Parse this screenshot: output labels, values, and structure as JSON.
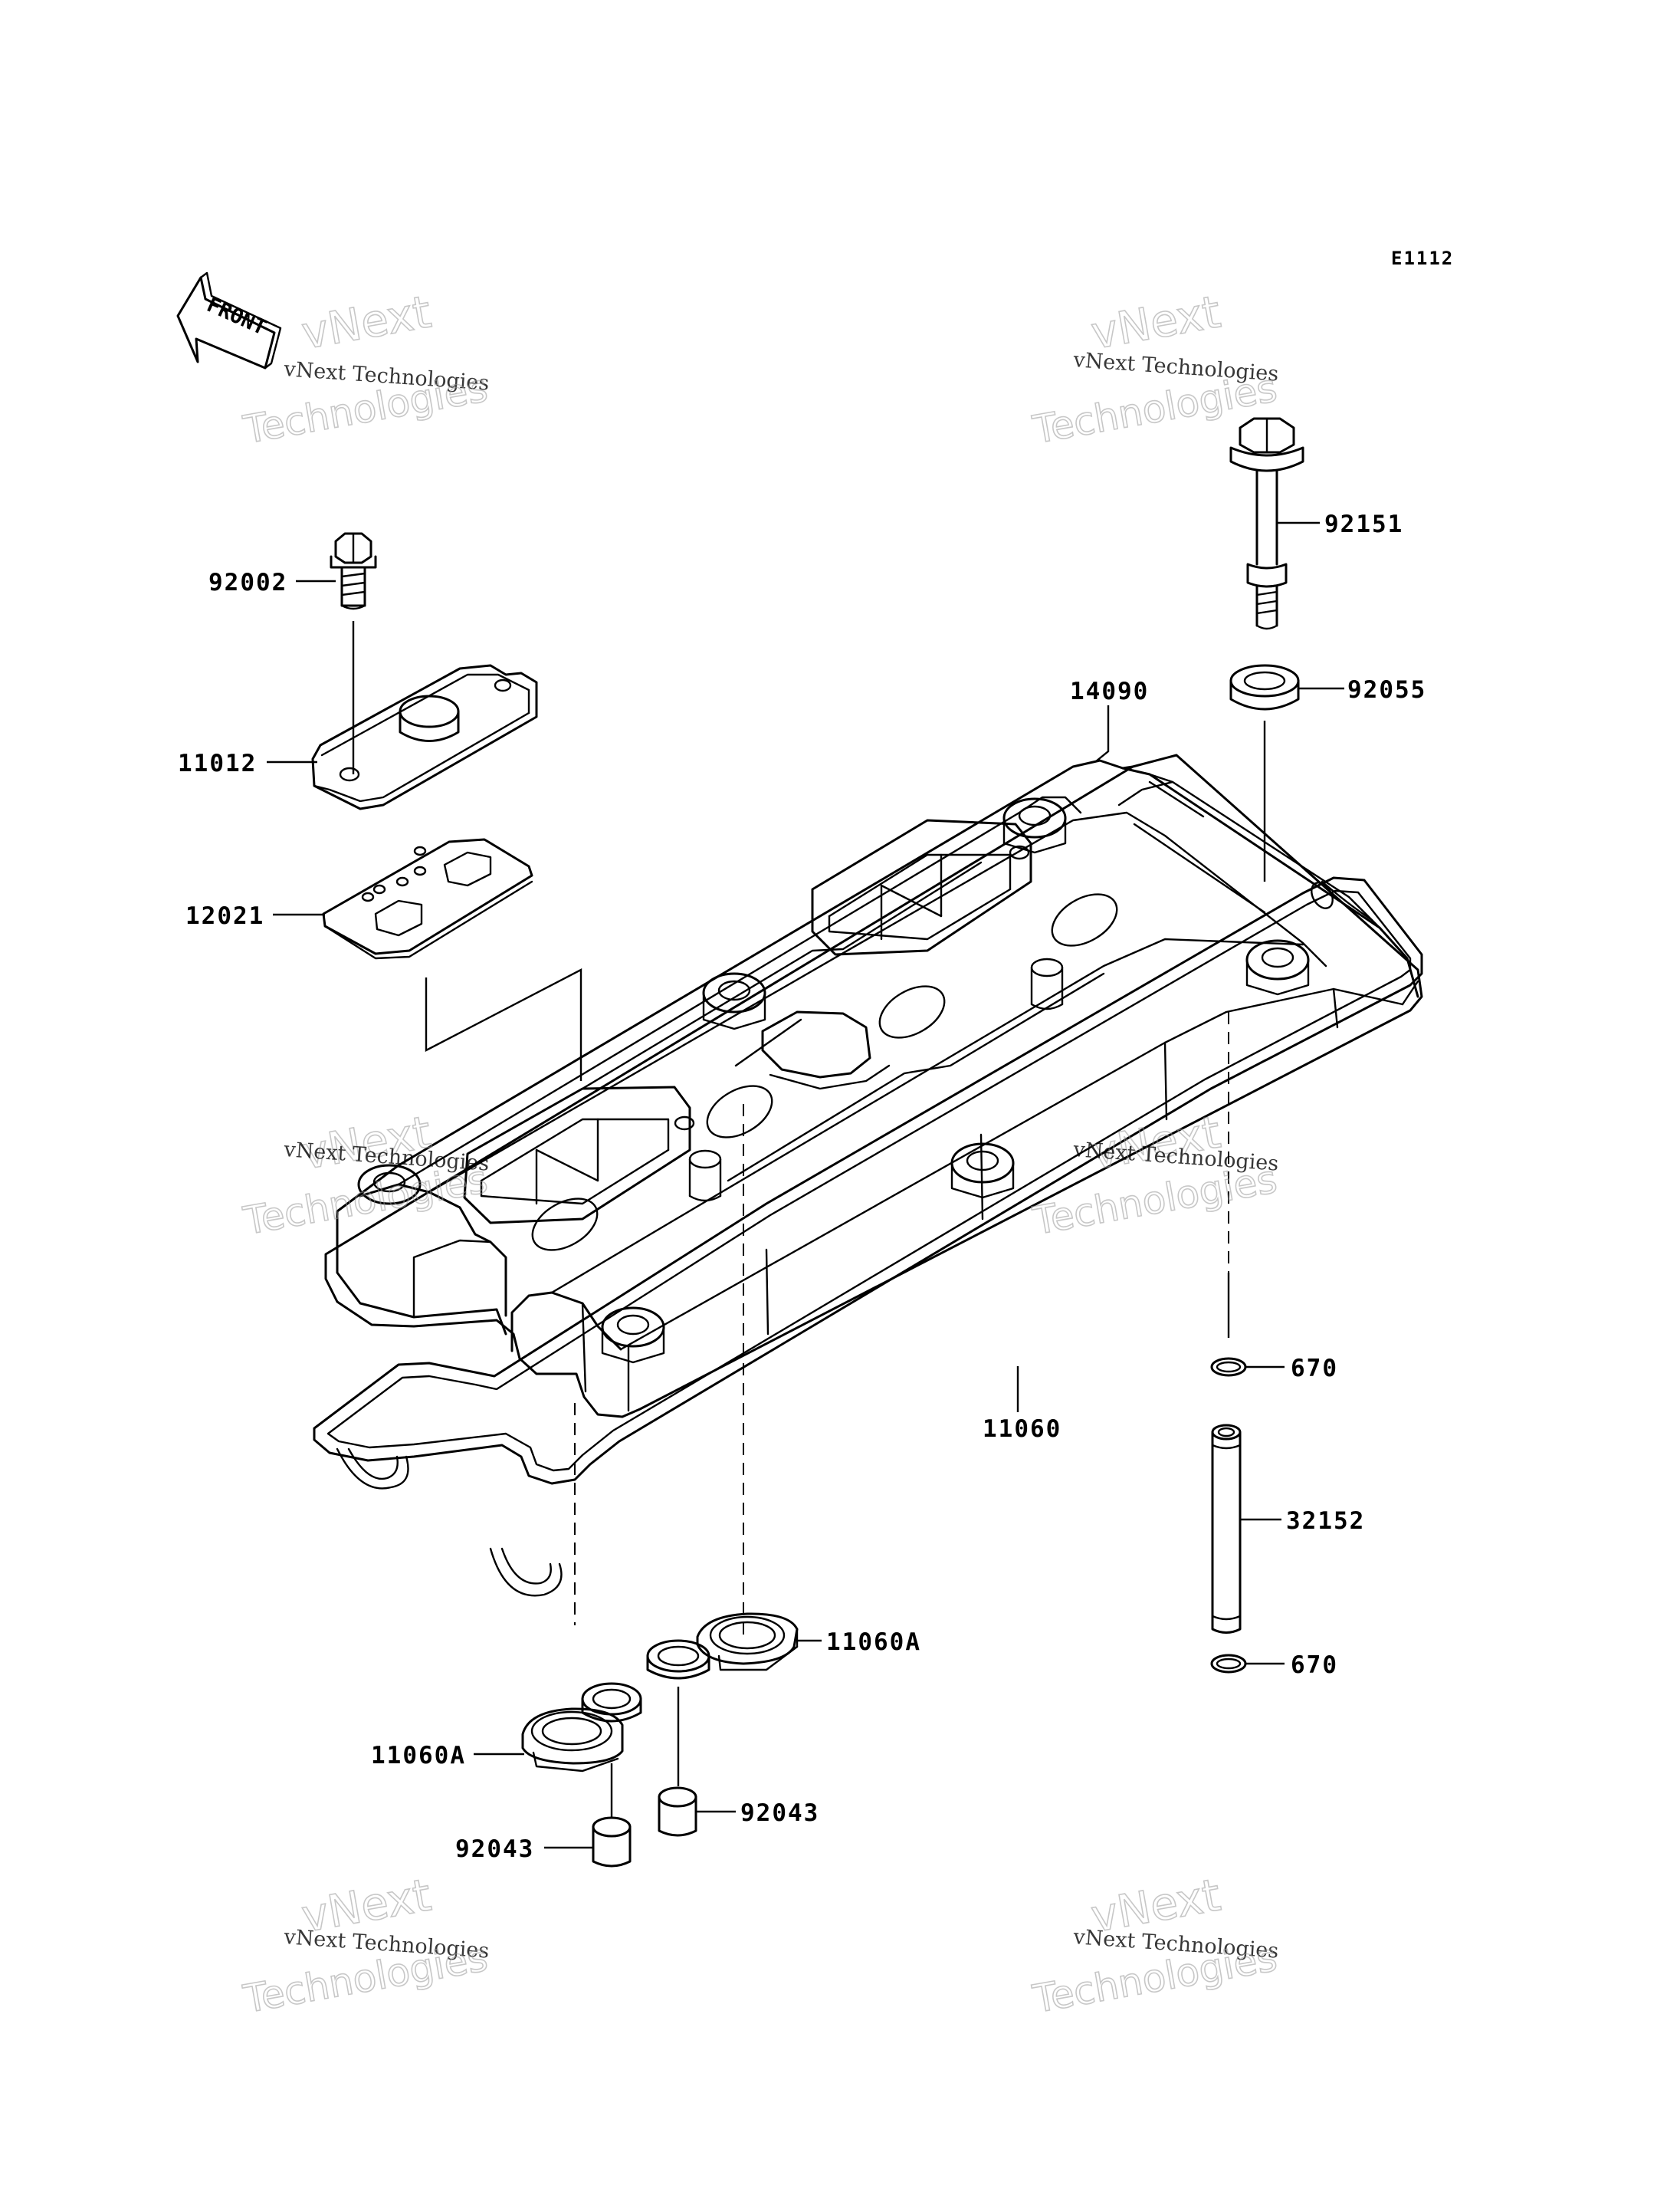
{
  "diagram_code": "E1112",
  "front_marker": "FRONT",
  "watermark": {
    "line1": "vNext Technologies",
    "big1": "vNext",
    "big2": "Technologies"
  },
  "parts": [
    {
      "id": "bolt-92002",
      "number": "92002"
    },
    {
      "id": "cap-11012",
      "number": "11012"
    },
    {
      "id": "plate-12021",
      "number": "12021"
    },
    {
      "id": "bolt-92151",
      "number": "92151"
    },
    {
      "id": "washer-92055",
      "number": "92055"
    },
    {
      "id": "cover-14090",
      "number": "14090"
    },
    {
      "id": "gasket-11060",
      "number": "11060"
    },
    {
      "id": "oring-670-top",
      "number": "670"
    },
    {
      "id": "pipe-32152",
      "number": "32152"
    },
    {
      "id": "oring-670-bottom",
      "number": "670"
    },
    {
      "id": "gasket-11060a-right",
      "number": "11060A"
    },
    {
      "id": "gasket-11060a-left",
      "number": "11060A"
    },
    {
      "id": "collar-92043-right",
      "number": "92043"
    },
    {
      "id": "collar-92043-left",
      "number": "92043"
    }
  ]
}
